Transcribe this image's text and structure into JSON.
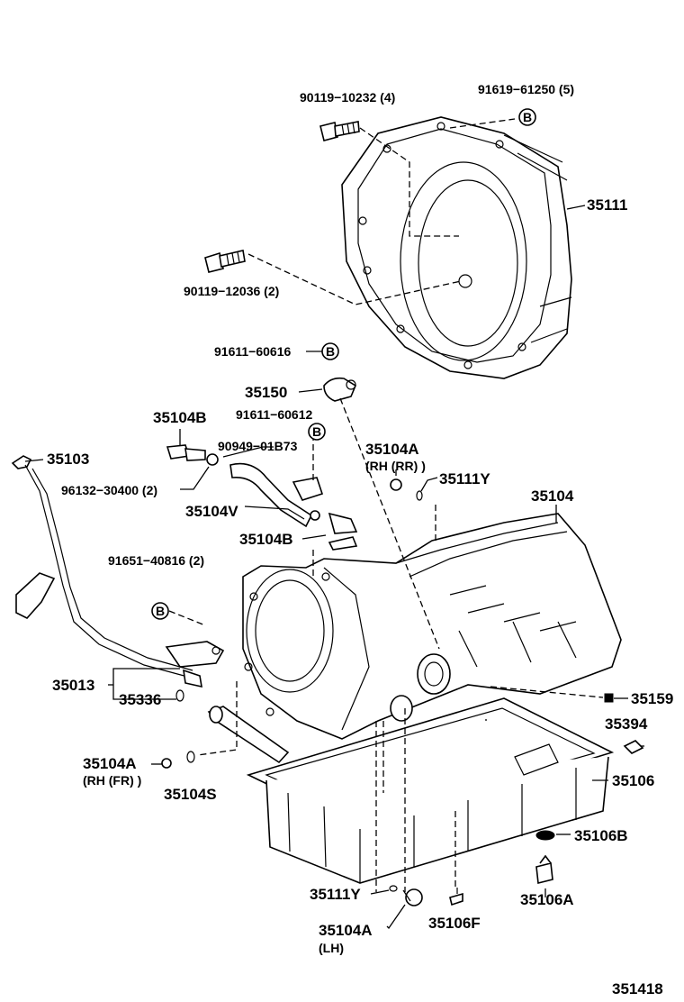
{
  "labels": {
    "p90119_10232": "90119−10232 (4)",
    "p91619_61250": "91619−61250 (5)",
    "p35111": "35111",
    "p90119_12036": "90119−12036 (2)",
    "p91611_60616": "91611−60616",
    "p35150": "35150",
    "p35104B_top": "35104B",
    "p91611_60612": "91611−60612",
    "p90949_01B73": "90949−01B73",
    "p35104A_rr": "35104A",
    "p35104A_rr_sub": "(RH (RR) )",
    "p35103": "35103",
    "p35111Y_top": "35111Y",
    "p96132_30400": "96132−30400 (2)",
    "p35104": "35104",
    "p35104V": "35104V",
    "p35104B_mid": "35104B",
    "p91651_40816": "91651−40816 (2)",
    "p35013": "35013",
    "p35336": "35336",
    "p35159": "35159",
    "p35394": "35394",
    "p35104A_fr": "35104A",
    "p35104A_fr_sub": "(RH (FR) )",
    "p35104S": "35104S",
    "p35106": "35106",
    "p35106B": "35106B",
    "p35111Y_bot": "35111Y",
    "p35106A": "35106A",
    "p35104A_lh": "35104A",
    "p35104A_lh_sub": "(LH)",
    "p35106F": "35106F",
    "figure_number": "351418"
  },
  "markers": {
    "b1": "B",
    "b2": "B",
    "b3": "B",
    "b4": "B"
  }
}
